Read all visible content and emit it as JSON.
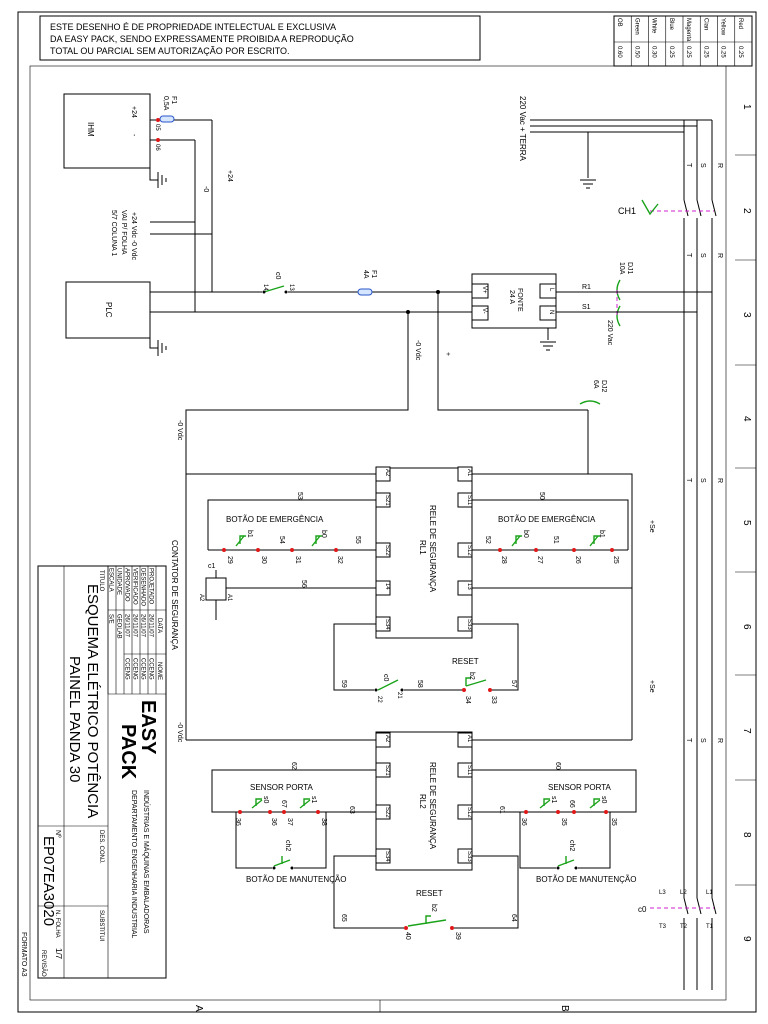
{
  "notice": [
    "ESTE DESENHO É DE PROPRIEDADE INTELECTUAL E EXCLUSIVA",
    "DA EASY PACK, SENDO EXPRESSAMENTE PROIBIDA A REPRODUÇÃO",
    "TOTAL OU PARCIAL SEM AUTORIZAÇÃO POR ESCRITO."
  ],
  "wire_table": [
    {
      "color": "Red",
      "size": "0.25"
    },
    {
      "color": "Yellow",
      "size": "0.25"
    },
    {
      "color": "Cian",
      "size": "0.25"
    },
    {
      "color": "Magenta",
      "size": "0.25"
    },
    {
      "color": "Blue",
      "size": "0.25"
    },
    {
      "color": "White",
      "size": "0.30"
    },
    {
      "color": "Green",
      "size": "0.50"
    },
    {
      "color": "OB",
      "size": "0.60"
    }
  ],
  "grid_numbers": [
    "1",
    "2",
    "3",
    "4",
    "5",
    "6",
    "7",
    "8",
    "9"
  ],
  "grid_letters": [
    "A",
    "B"
  ],
  "power": {
    "supply": "220 Vac + TERRA",
    "phase_R": "R",
    "phase_S": "S",
    "phase_T": "T",
    "switch": "CH1",
    "dj1": "DJ1",
    "dj1_rating": "10A",
    "dj2": "DJ2",
    "dj2_rating": "6A",
    "r1": "R1",
    "s1": "S1",
    "vac_label": "220 Vac",
    "fonte_title": "FONTE",
    "fonte_rating": "24 A",
    "fonte_L": "L",
    "fonte_N": "N",
    "fonte_vplus": "V+",
    "fonte_vminus": "V-",
    "f1_top": "F1",
    "f1_top_rating": "0,5A",
    "f1_mid": "F1",
    "f1_mid_rating": "4A",
    "plus24": "+24",
    "minus0": "-0",
    "ihm_plus": "+24",
    "ihm_minus": "-",
    "wire_05": "05",
    "wire_06": "06",
    "c0": "c0",
    "c0_14": "14",
    "c0_13": "13",
    "plus": "+",
    "zero_vdc": "-0 Vdc",
    "zero_vdc_b": "-0 Vdc",
    "zero_vdc_c": "-0 Vdc",
    "se": "+Se",
    "se_b": "+Se",
    "l1": "L1",
    "l2": "L2",
    "l3": "L3",
    "t1": "T1",
    "t2": "T2",
    "t3": "T3",
    "c0_motor": "c0"
  },
  "ihm": {
    "label": "IHM",
    "note1": "+24 Vdc -0 Vdc",
    "note2": "VAI P/ FOLHA",
    "note3": "5/7 COLUNA 1"
  },
  "plc": {
    "label": "PLC"
  },
  "relay1": {
    "title": "RELE DE SEGURANÇA",
    "tag": "RL1",
    "terms_left": [
      "A2",
      "S21",
      "S22",
      "14",
      "S34"
    ],
    "terms_right": [
      "A1",
      "S11",
      "S12",
      "13",
      "S33"
    ],
    "left_group_label": "BOTÃO DE EMERGÊNCIA",
    "right_group_label": "BOTÃO DE EMERGÊNCIA",
    "left_contacts": [
      "b1",
      "b0"
    ],
    "right_contacts": [
      "b0",
      "b1"
    ],
    "wires_left": [
      "53",
      "29",
      "30",
      "54",
      "31",
      "32",
      "55",
      "56"
    ],
    "wires_right": [
      "50",
      "52",
      "28",
      "27",
      "51",
      "26",
      "25"
    ],
    "reset_label": "RESET",
    "reset_contact": "b2",
    "reset_c0": "c0",
    "reset_wires": [
      "59",
      "58",
      "57",
      "22",
      "21",
      "34",
      "33"
    ],
    "coil": "c1",
    "coil_a1": "A1",
    "coil_a2": "A2",
    "contator_label": "CONTATOR DE SEGURANÇA"
  },
  "relay2": {
    "title": "RELE DE SEGURANÇA",
    "tag": "RL2",
    "terms_left": [
      "A2",
      "S21",
      "S22",
      "S34"
    ],
    "terms_right": [
      "A1",
      "S11",
      "S12",
      "S33"
    ],
    "left_group_label": "SENSOR PORTA",
    "right_group_label": "SENSOR PORTA",
    "left_contacts": [
      "s0",
      "s1"
    ],
    "right_contacts": [
      "s1",
      "s0"
    ],
    "wires_left": [
      "62",
      "36",
      "36",
      "67",
      "37",
      "38",
      "63"
    ],
    "wires_right": [
      "60",
      "61",
      "36",
      "66",
      "35",
      "35"
    ],
    "maint_left": "BOTÃO DE MANUTENÇÃO",
    "maint_right": "BOTÃO DE MANUTENÇÃO",
    "maint_contact": "ch2",
    "reset_label": "RESET",
    "reset_contact": "b2",
    "reset_wires": [
      "65",
      "64",
      "40",
      "39"
    ]
  },
  "title_block": {
    "logo": "EASY",
    "logo2": "PACK",
    "company1": "INDÚSTRIAS E MÁQUINAS EMBALADORAS",
    "company2": "DEPARTAMENTO ENGENHARIA INDUSTRIAL",
    "hdr_data": "DATA",
    "hdr_nome": "NOME",
    "rows": [
      {
        "k": "PROJETADO",
        "d": "26/11/07",
        "n": "CCENG"
      },
      {
        "k": "DESENHADO",
        "d": "26/11/07",
        "n": "CCENG"
      },
      {
        "k": "VERIFICADO",
        "d": "26/11/07",
        "n": "CCENG"
      },
      {
        "k": "APROVADO",
        "d": "26/11/07",
        "n": "CCENG"
      },
      {
        "k": "UNIDADE",
        "d": "GEOLAB",
        "n": ""
      },
      {
        "k": "ESCALA",
        "d": "S/E",
        "n": ""
      }
    ],
    "titulo_k": "TITULO",
    "title1": "ESQUEMA ELÉTRICO POTÊNCIA",
    "title2": "PAINEL PANDA 30",
    "des_conj": "DES. CONJ.",
    "substitui": "SUBSTITUI",
    "n_label": "Nº",
    "number": "EP07EA3020",
    "folha_k": "N. FOLHA",
    "folha": "1/7",
    "revisao": "REVISÃO",
    "formato": "FORMATO A3"
  }
}
